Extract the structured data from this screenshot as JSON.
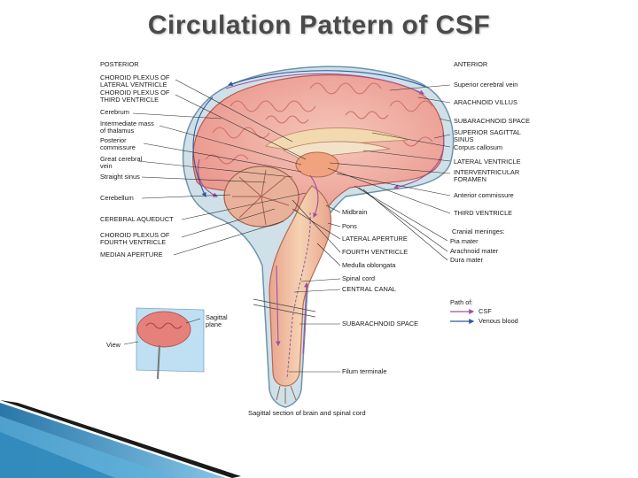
{
  "slide": {
    "title": "Circulation Pattern of CSF"
  },
  "diagram": {
    "orientation": {
      "posterior": "POSTERIOR",
      "anterior": "ANTERIOR"
    },
    "left_labels": [
      "CHOROID PLEXUS OF\nLATERAL VENTRICLE",
      "CHOROID PLEXUS OF\nTHIRD VENTRICLE",
      "Cerebrum",
      "Intermediate mass\nof thalamus",
      "Posterior\ncommissure",
      "Great cerebral\nvein",
      "Straight sinus",
      "Cerebellum",
      "CEREBRAL AQUEDUCT",
      "CHOROID PLEXUS OF\nFOURTH VENTRICLE",
      "MEDIAN APERTURE"
    ],
    "right_labels": [
      "Superior cerebral vein",
      "ARACHNOID VILLUS",
      "SUBARACHNOID SPACE",
      "SUPERIOR SAGITTAL\nSINUS",
      "Corpus callosum",
      "LATERAL VENTRICLE",
      "INTERVENTRICULAR\nFORAMEN",
      "Anterior commissure",
      "THIRD VENTRICLE"
    ],
    "meninges": {
      "heading": "Cranial meninges:",
      "items": [
        "Pia mater",
        "Arachnoid mater",
        "Dura mater"
      ]
    },
    "center_labels": [
      "Midbrain",
      "Pons",
      "LATERAL APERTURE",
      "FOURTH VENTRICLE",
      "Medulla oblongata",
      "Spinal cord",
      "CENTRAL CANAL",
      "SUBARACHNOID SPACE",
      "Filum terminale"
    ],
    "legend": {
      "heading": "Path of:",
      "items": [
        {
          "label": "CSF",
          "color": "#a0509e"
        },
        {
          "label": "Venous blood",
          "color": "#2f5a9c"
        }
      ]
    },
    "inset": {
      "plane_label": "Sagittal\nplane",
      "view_label": "View"
    },
    "caption": "Sagittal section of brain and spinal cord"
  }
}
